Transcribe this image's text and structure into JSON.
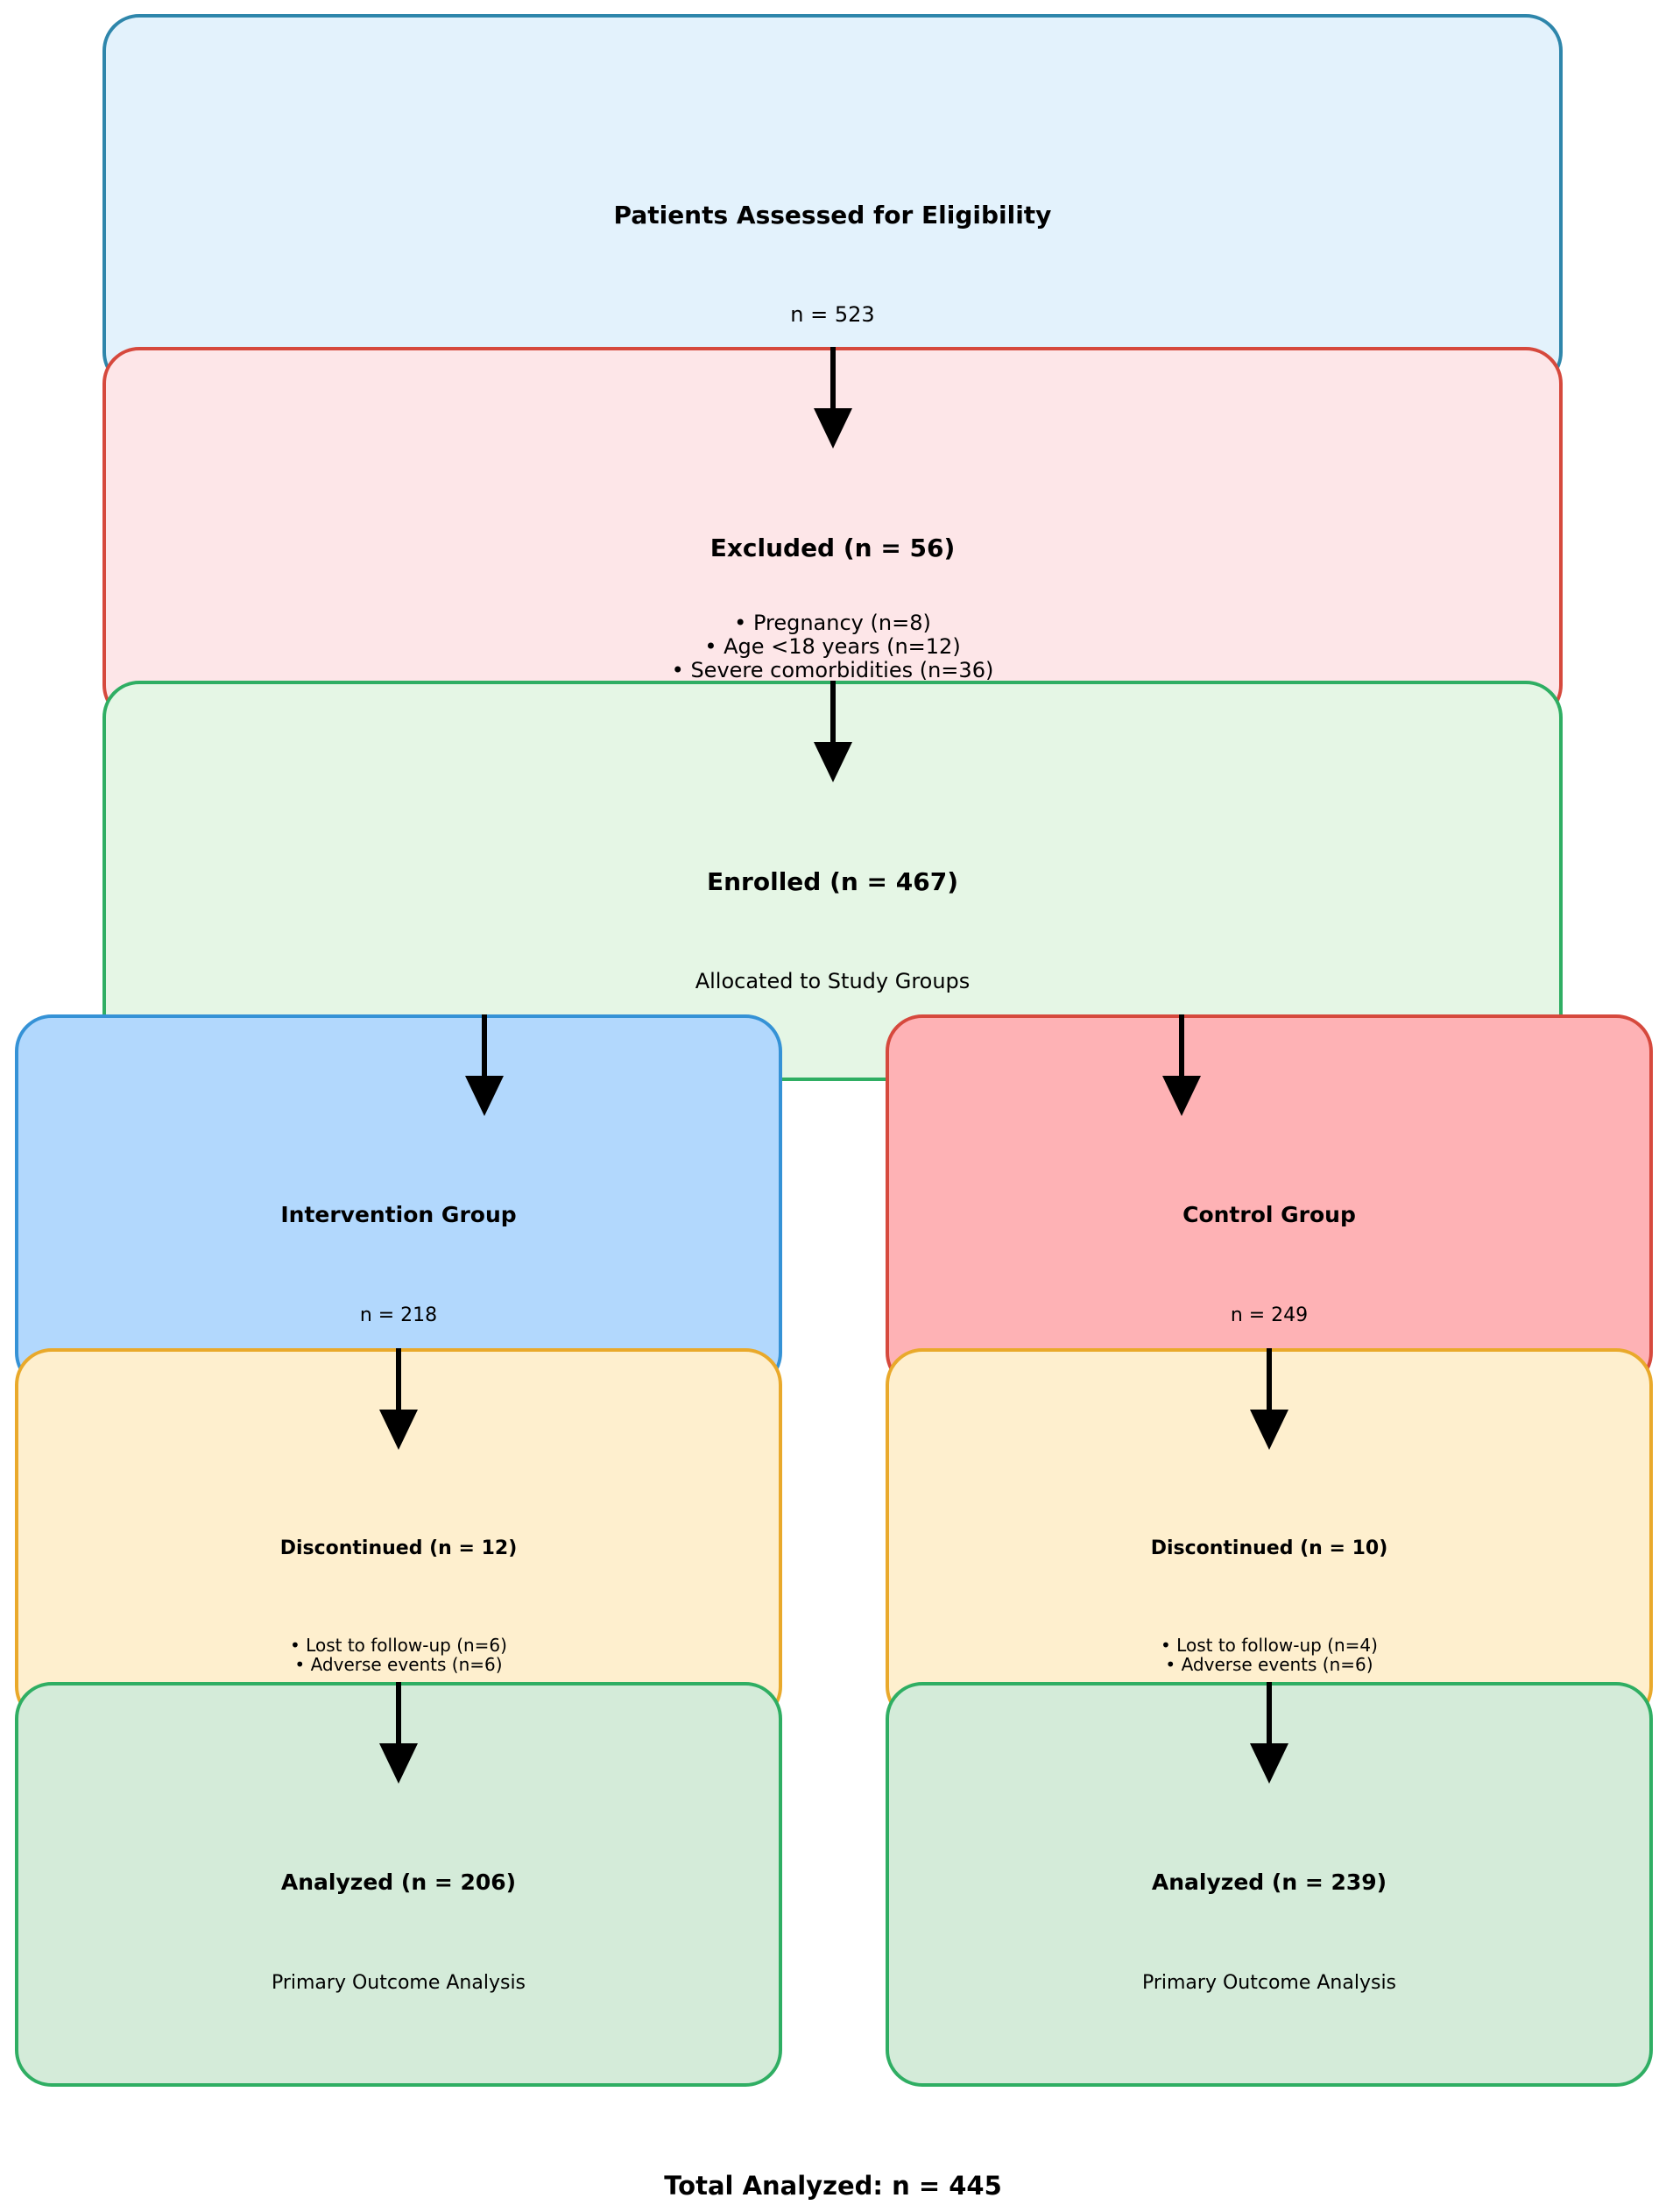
{
  "assessed": {
    "title": "Patients Assessed for Eligibility",
    "n": "n = 523"
  },
  "excluded": {
    "title": "Excluded (n = 56)",
    "reasons": [
      "• Pregnancy (n=8)",
      "• Age <18 years (n=12)",
      "• Severe comorbidities (n=36)"
    ]
  },
  "enrolled": {
    "title": "Enrolled (n = 467)",
    "sub": "Allocated to Study Groups"
  },
  "intervention": {
    "title": "Intervention Group",
    "n": "n = 218",
    "discontinued": {
      "title": "Discontinued (n = 12)",
      "reasons": [
        "• Lost to follow-up (n=6)",
        "• Adverse events (n=6)"
      ]
    },
    "analyzed": {
      "title": "Analyzed (n = 206)",
      "sub": "Primary Outcome Analysis"
    }
  },
  "control": {
    "title": "Control Group",
    "n": "n = 249",
    "discontinued": {
      "title": "Discontinued (n = 10)",
      "reasons": [
        "• Lost to follow-up (n=4)",
        "• Adverse events (n=6)"
      ]
    },
    "analyzed": {
      "title": "Analyzed (n = 239)",
      "sub": "Primary Outcome Analysis"
    }
  },
  "total": "Total Analyzed: n = 445",
  "colors": {
    "assessed_fill": "#e3f2fc",
    "assessed_border": "#2e86ab",
    "excluded_fill": "#fde6e8",
    "excluded_border": "#d6493d",
    "enrolled_fill": "#e5f6e5",
    "enrolled_border": "#2fae63",
    "intervention_fill": "#b2d8fd",
    "intervention_border": "#3592d6",
    "control_fill": "#feb2b5",
    "control_border": "#d6493d",
    "discontinued_fill": "#feefce",
    "discontinued_border": "#e9a92b",
    "analyzed_fill": "#d4ebd9",
    "analyzed_border": "#2fae63",
    "arrow": "#000000"
  }
}
